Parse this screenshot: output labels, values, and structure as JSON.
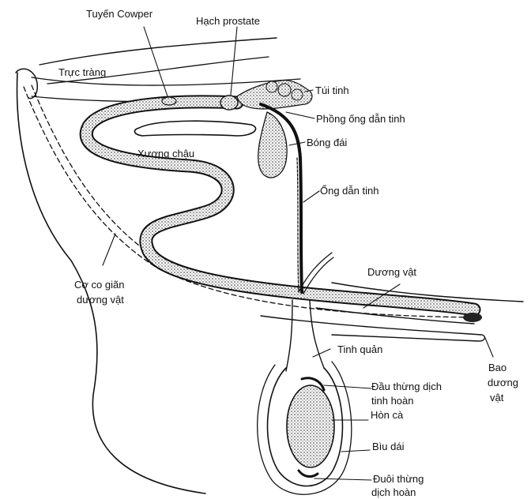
{
  "colors": {
    "ink": "#111111",
    "stipple": "#8c8c8c",
    "paper": "#ffffff"
  },
  "labels": {
    "cowper": "Tuyến Cowper",
    "prostate": "Hạch prostate",
    "rectum": "Trực tràng",
    "seminal_vesicle": "Túi tinh",
    "ampulla": "Phồng ống dẫn tinh",
    "bladder": "Bóng đái",
    "pelvis": "Xương chậu",
    "vas_deferens": "Ống dẫn tinh",
    "retractor_line1": "Cơ co giãn",
    "retractor_line2": "dương vật",
    "penis": "Dương vật",
    "spermatic_cord": "Tinh quản",
    "epididymis_head_line1": "Đầu thừng dịch",
    "epididymis_head_line2": "tinh hoàn",
    "testis": "Hòn cà",
    "sheath_line1": "Bao",
    "sheath_line2": "dương",
    "sheath_line3": "vật",
    "scrotum": "Bìu dái",
    "epididymis_tail_line1": "Đuôi thừng",
    "epididymis_tail_line2": "dịch hoàn"
  }
}
